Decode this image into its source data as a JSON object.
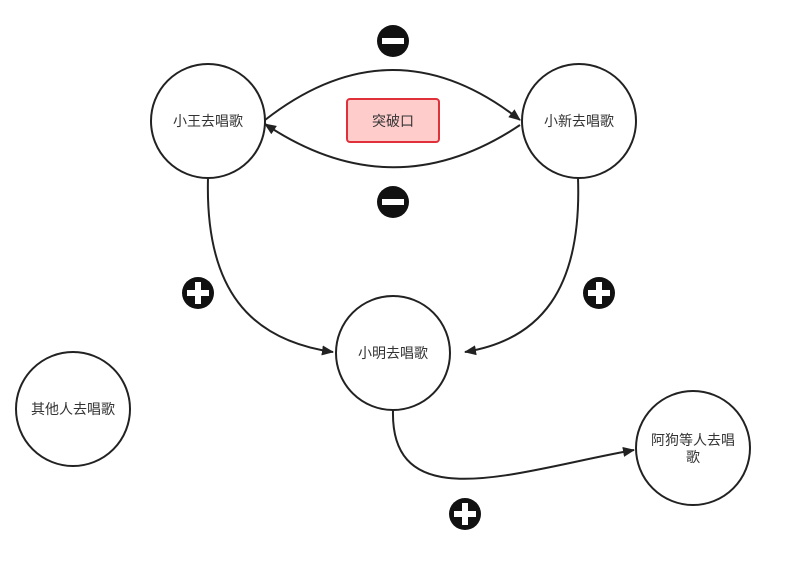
{
  "nodes": {
    "xiaowang": {
      "label": "小王去唱歌"
    },
    "xiaoxin": {
      "label": "小新去唱歌"
    },
    "xiaoming": {
      "label": "小明去唱歌"
    },
    "others": {
      "label": "其他人去唱歌"
    },
    "agou": {
      "label_line1": "阿狗等人去唱",
      "label_line2": "歌"
    }
  },
  "breakthrough": {
    "label": "突破口",
    "fill": "#ffcccc",
    "stroke": "#e0313b"
  },
  "signs": [
    {
      "id": "top",
      "type": "minus"
    },
    {
      "id": "bottom",
      "type": "minus"
    },
    {
      "id": "left",
      "type": "plus"
    },
    {
      "id": "right",
      "type": "plus"
    },
    {
      "id": "lower",
      "type": "plus"
    }
  ],
  "colors": {
    "stroke": "#222222",
    "sign_fill": "#111111",
    "text": "#333333"
  }
}
